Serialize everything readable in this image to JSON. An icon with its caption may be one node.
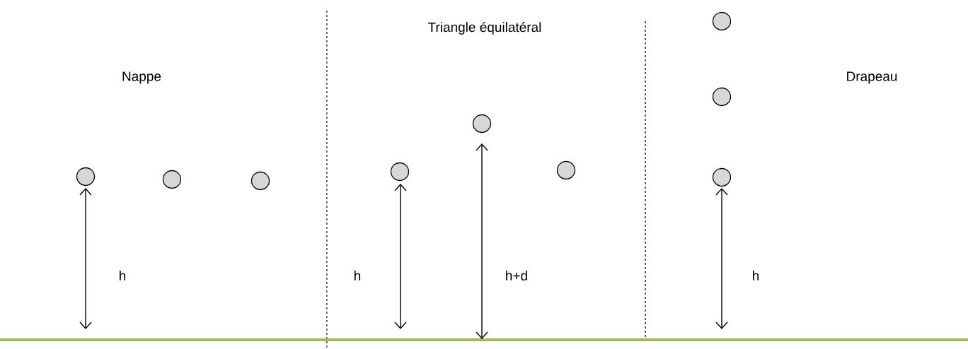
{
  "diagram": {
    "nodes": [
      {
        "text": [],
        "shape": "circle"
      },
      {
        "text": [],
        "shape": "circle"
      },
      {
        "text": [],
        "shape": "circle"
      },
      {
        "text": [],
        "shape": "circle"
      },
      {
        "text": [],
        "shape": "circle"
      },
      {
        "text": [],
        "shape": "circle"
      },
      {
        "text": [],
        "shape": "circle"
      },
      {
        "text": [],
        "shape": "circle"
      },
      {
        "text": [],
        "shape": "circle"
      }
    ],
    "labels": [
      "Triangle équilatéral",
      "Nappe",
      "Drapeau",
      "h",
      "h",
      "h+d",
      "h"
    ]
  }
}
